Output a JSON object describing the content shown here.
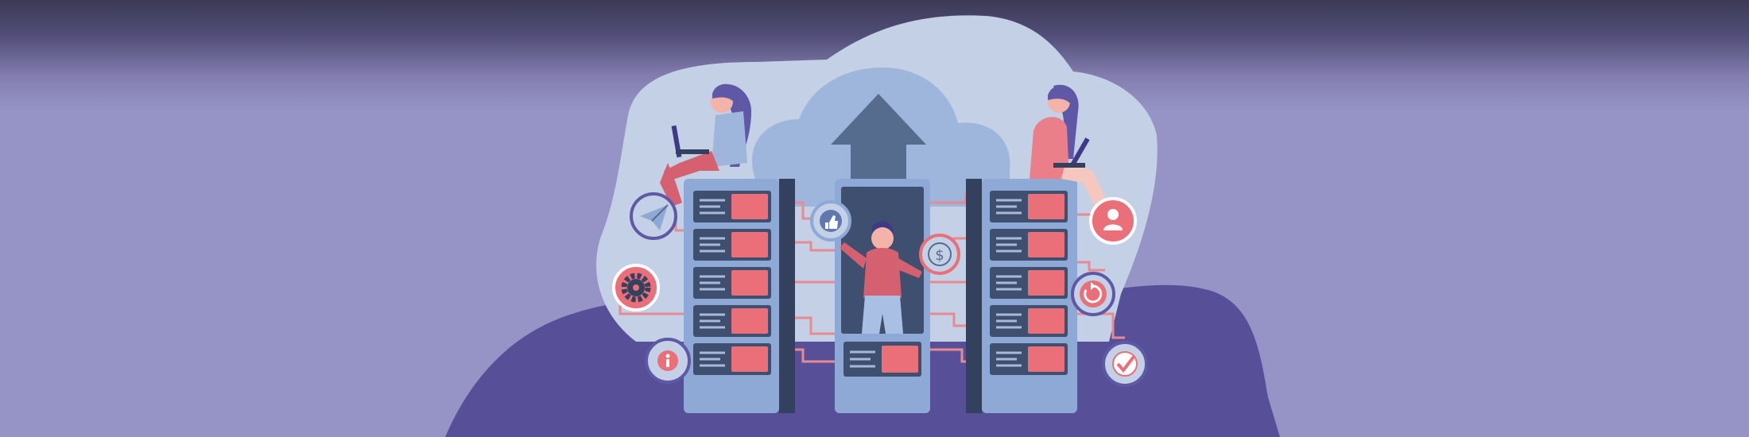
{
  "illustration": {
    "kind": "cloud-data-upload-illustration",
    "colors": {
      "background": "#9694c6",
      "background_top": "#3c3a55",
      "back_cloud": "#c3d0e5",
      "mid_cloud": "#9fb6dc",
      "ground_blob": "#575099",
      "server_body": "#8fa9d6",
      "server_side": "#33415f",
      "unit_dark": "#3f4f6f",
      "unit_accent": "#ea6f78",
      "arrow": "#566c8e",
      "cable": "#e88a8f"
    },
    "badges": [
      {
        "icon": "paper-plane-icon"
      },
      {
        "icon": "gear-icon"
      },
      {
        "icon": "info-icon"
      },
      {
        "icon": "thumbs-up-icon"
      },
      {
        "icon": "dollar-icon"
      },
      {
        "icon": "user-icon"
      },
      {
        "icon": "refresh-icon"
      },
      {
        "icon": "checkmark-icon"
      }
    ],
    "people": [
      "woman-with-laptop-left",
      "man-center",
      "woman-with-laptop-right"
    ]
  }
}
